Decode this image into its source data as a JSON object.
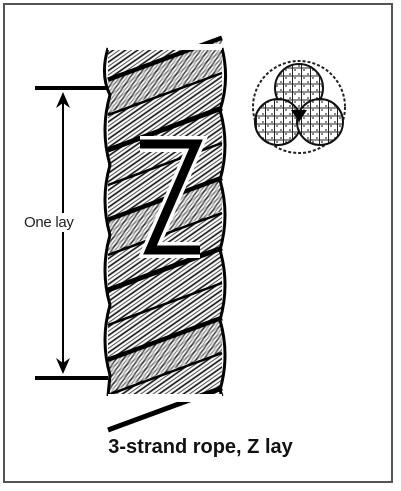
{
  "diagram": {
    "measure_label": "One lay",
    "lay_letter": "Z",
    "caption": "3-strand rope, Z lay"
  }
}
